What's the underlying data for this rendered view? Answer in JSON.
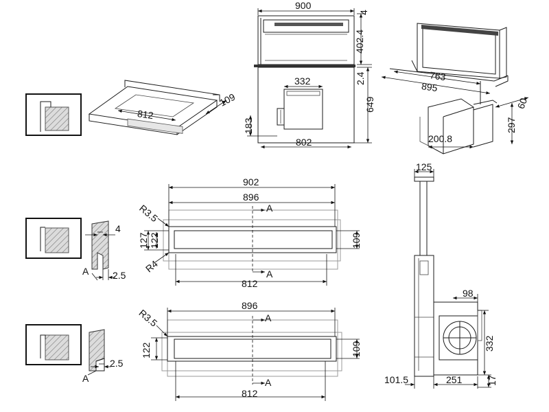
{
  "dims": {
    "d900": "900",
    "d4a": "4",
    "d402_4": "402.4",
    "d2_4": "2.4",
    "d649": "649",
    "d332a": "332",
    "d183": "183",
    "d802": "802",
    "d812a": "812",
    "d109a": "109",
    "d763": "763",
    "d895": "895",
    "d60": "60",
    "d297": "297",
    "d200_8": "200.8",
    "d902": "902",
    "d896a": "896",
    "d127": "127",
    "d122a": "122",
    "d109b": "109",
    "d812b": "812",
    "r3_5a": "R3.5",
    "r4": "R4",
    "d4b": "4",
    "d2_5a": "2.5",
    "markA1": "A",
    "secA1": "A",
    "secA2": "A",
    "d896b": "896",
    "r3_5b": "R3.5",
    "d122b": "122",
    "d109c": "109",
    "d812c": "812",
    "d2_5b": "2.5",
    "markA2": "A",
    "secA3": "A",
    "secA4": "A",
    "d125": "125",
    "d98": "98",
    "d332b": "332",
    "d101_5": "101.5",
    "d251": "251",
    "d17": "17"
  }
}
